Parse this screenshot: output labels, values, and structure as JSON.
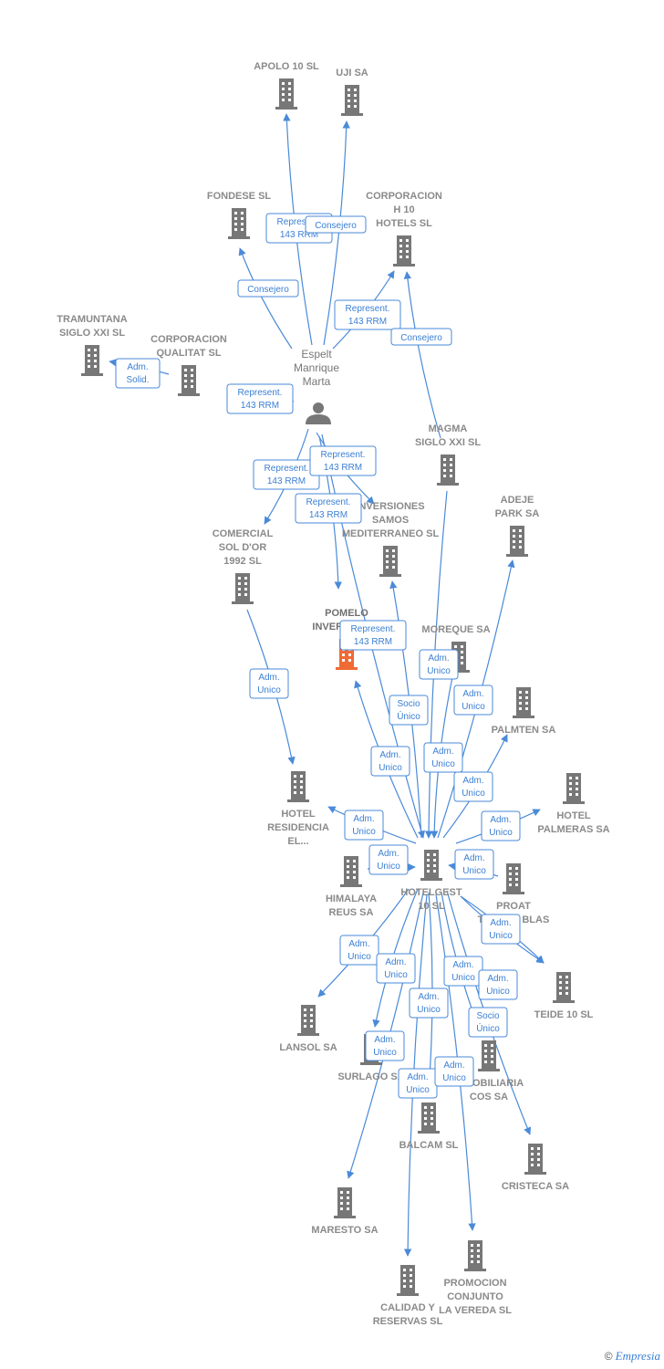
{
  "colors": {
    "building": "#777777",
    "focus": "#f06a35",
    "edge": "#4a8ad8",
    "label": "#8a8a8a"
  },
  "person": {
    "label": [
      "Espelt",
      "Manrique",
      "Marta"
    ],
    "icon": "person-icon"
  },
  "companies": [
    {
      "id": "apolo",
      "label": [
        "APOLO 10 SL"
      ]
    },
    {
      "id": "uji",
      "label": [
        "UJI SA"
      ]
    },
    {
      "id": "fondese",
      "label": [
        "FONDESE SL"
      ]
    },
    {
      "id": "corph10",
      "label": [
        "CORPORACION",
        "H 10",
        "HOTELS SL"
      ]
    },
    {
      "id": "tramuntana",
      "label": [
        "TRAMUNTANA",
        "SIGLO XXI SL"
      ]
    },
    {
      "id": "qualitat",
      "label": [
        "CORPORACION",
        "QUALITAT SL"
      ]
    },
    {
      "id": "magma",
      "label": [
        "MAGMA",
        "SIGLO XXI SL"
      ]
    },
    {
      "id": "inversiones",
      "label": [
        "INVERSIONES",
        "SAMOS",
        "MEDITERRANEO SL"
      ]
    },
    {
      "id": "adeje",
      "label": [
        "ADEJE",
        "PARK SA"
      ]
    },
    {
      "id": "comercial",
      "label": [
        "COMERCIAL",
        "SOL D'OR",
        "1992 SL"
      ]
    },
    {
      "id": "pomelo",
      "label": [
        "POMELO",
        "INVERSIONES"
      ],
      "focus": true
    },
    {
      "id": "moreque",
      "label": [
        "MOREQUE SA"
      ]
    },
    {
      "id": "palmten",
      "label": [
        "PALMTEN SA"
      ]
    },
    {
      "id": "hotelres",
      "label": [
        "HOTEL",
        "RESIDENCIA",
        "EL..."
      ]
    },
    {
      "id": "hotelpal",
      "label": [
        "HOTEL",
        "PALMERAS SA"
      ]
    },
    {
      "id": "hotelgest",
      "label": [
        "HOTELGEST",
        "10 SL"
      ]
    },
    {
      "id": "himalaya",
      "label": [
        "HIMALAYA",
        "REUS SA"
      ]
    },
    {
      "id": "proat",
      "label": [
        "PROAT",
        "TORRES BLAS",
        "SL"
      ]
    },
    {
      "id": "teide",
      "label": [
        "TEIDE 10 SL"
      ]
    },
    {
      "id": "lansol",
      "label": [
        "LANSOL SA"
      ]
    },
    {
      "id": "surlago",
      "label": [
        "SURLAGO SA"
      ]
    },
    {
      "id": "inmob",
      "label": [
        "INMOBILIARIA",
        "COS SA"
      ]
    },
    {
      "id": "balcam",
      "label": [
        "BALCAM SL"
      ]
    },
    {
      "id": "cristeca",
      "label": [
        "CRISTECA SA"
      ]
    },
    {
      "id": "maresto",
      "label": [
        "MARESTO SA"
      ]
    },
    {
      "id": "promocion",
      "label": [
        "PROMOCION",
        "CONJUNTO",
        "LA VEREDA SL"
      ]
    },
    {
      "id": "calidad",
      "label": [
        "CALIDAD Y",
        "RESERVAS SL"
      ]
    }
  ],
  "relations": [
    {
      "from": "person",
      "to": "apolo",
      "label": [
        "Represent.",
        "143 RRM"
      ]
    },
    {
      "from": "person",
      "to": "uji",
      "label": [
        "Consejero"
      ]
    },
    {
      "from": "person",
      "to": "fondese",
      "label": [
        "Consejero"
      ]
    },
    {
      "from": "person",
      "to": "corph10",
      "label": [
        "Represent.",
        "143 RRM"
      ]
    },
    {
      "from": "magma",
      "to": "corph10",
      "label": [
        "Consejero"
      ]
    },
    {
      "from": "qualitat",
      "to": "tramuntana",
      "label": [
        "Adm.",
        "Solid."
      ]
    },
    {
      "from": "person",
      "to": "qualitat",
      "label": [
        "Represent.",
        "143 RRM"
      ]
    },
    {
      "from": "person",
      "to": "comercial",
      "label": [
        "Represent.",
        "143 RRM"
      ]
    },
    {
      "from": "person",
      "to": "inversiones",
      "label": [
        "Represent.",
        "143 RRM"
      ]
    },
    {
      "from": "person",
      "to": "pomelo",
      "label": [
        "Represent.",
        "143 RRM"
      ]
    },
    {
      "from": "person",
      "to": "hotelgest",
      "label": [
        "Represent.",
        "143 RRM"
      ]
    },
    {
      "from": "comercial",
      "to": "hotelres",
      "label": [
        "Socio",
        "Único"
      ]
    },
    {
      "from": "hotelgest",
      "to": "pomelo",
      "label": [
        "Adm.",
        "Unico"
      ]
    },
    {
      "from": "hotelgest",
      "to": "inversiones",
      "label": [
        "Adm.",
        "Unico"
      ]
    },
    {
      "from": "moreque",
      "to": "hotelgest",
      "label": [
        "Adm.",
        "Unico"
      ]
    },
    {
      "from": "hotelgest",
      "to": "adeje",
      "label": [
        "Adm.",
        "Unico"
      ]
    },
    {
      "from": "magma",
      "to": "hotelgest",
      "label": [
        "Adm.",
        "Unico"
      ]
    },
    {
      "from": "hotelgest",
      "to": "palmten",
      "label": [
        "Adm.",
        "Unico"
      ]
    },
    {
      "from": "hotelgest",
      "to": "hotelres",
      "label": [
        "Adm.",
        "Unico"
      ]
    },
    {
      "from": "hotelgest",
      "to": "hotelpal",
      "label": [
        "Adm.",
        "Unico"
      ]
    },
    {
      "from": "himalaya",
      "to": "hotelgest",
      "label": [
        "Adm.",
        "Unico"
      ]
    },
    {
      "from": "proat",
      "to": "hotelgest",
      "label": [
        "Adm.",
        "Unico"
      ]
    },
    {
      "from": "hotelgest",
      "to": "teide",
      "label": [
        "Adm.",
        "Unico"
      ]
    },
    {
      "from": "hotelgest",
      "to": "lansol",
      "label": [
        "Adm.",
        "Unico"
      ]
    },
    {
      "from": "hotelgest",
      "to": "surlago",
      "label": [
        "Adm.",
        "Unico"
      ]
    },
    {
      "from": "hotelgest",
      "to": "balcam",
      "label": [
        "Adm.",
        "Unico"
      ]
    },
    {
      "from": "hotelgest",
      "to": "inmob",
      "label": [
        "Adm.",
        "Unico"
      ]
    },
    {
      "from": "hotelgest",
      "to": "teide",
      "label": [
        "Socio",
        "Único"
      ]
    },
    {
      "from": "hotelgest",
      "to": "cristeca",
      "label": [
        "Adm.",
        "Unico"
      ]
    },
    {
      "from": "hotelgest",
      "to": "maresto",
      "label": [
        "Adm.",
        "Unico"
      ]
    },
    {
      "from": "hotelgest",
      "to": "calidad",
      "label": [
        "Adm.",
        "Unico"
      ]
    },
    {
      "from": "hotelgest",
      "to": "promocion",
      "label": [
        "Adm.",
        "Unico"
      ]
    }
  ],
  "footer": {
    "copyright": "©",
    "brand": "Empresia"
  }
}
